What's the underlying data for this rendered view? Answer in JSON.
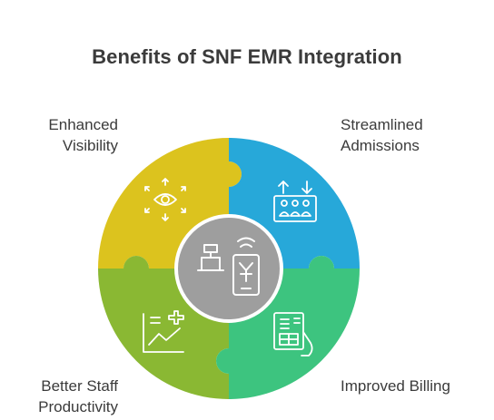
{
  "title": "Benefits of SNF EMR Integration",
  "quadrants": [
    {
      "line1": "Enhanced",
      "line2": "Visibility",
      "color": "#dcc31e",
      "icon": "eye-arrows-icon"
    },
    {
      "line1": "Streamlined",
      "line2": "Admissions",
      "color": "#27a8d9",
      "icon": "people-up-down-arrows-icon"
    },
    {
      "line1": "Better Staff",
      "line2": "Productivity",
      "color": "#8ab833",
      "icon": "chart-plus-icon"
    },
    {
      "line1": "Improved Billing",
      "line2": "",
      "color": "#3dc47f",
      "icon": "invoice-hand-icon"
    }
  ],
  "center": {
    "color": "#9e9e9e",
    "icon": "register-phone-payment-icon"
  }
}
